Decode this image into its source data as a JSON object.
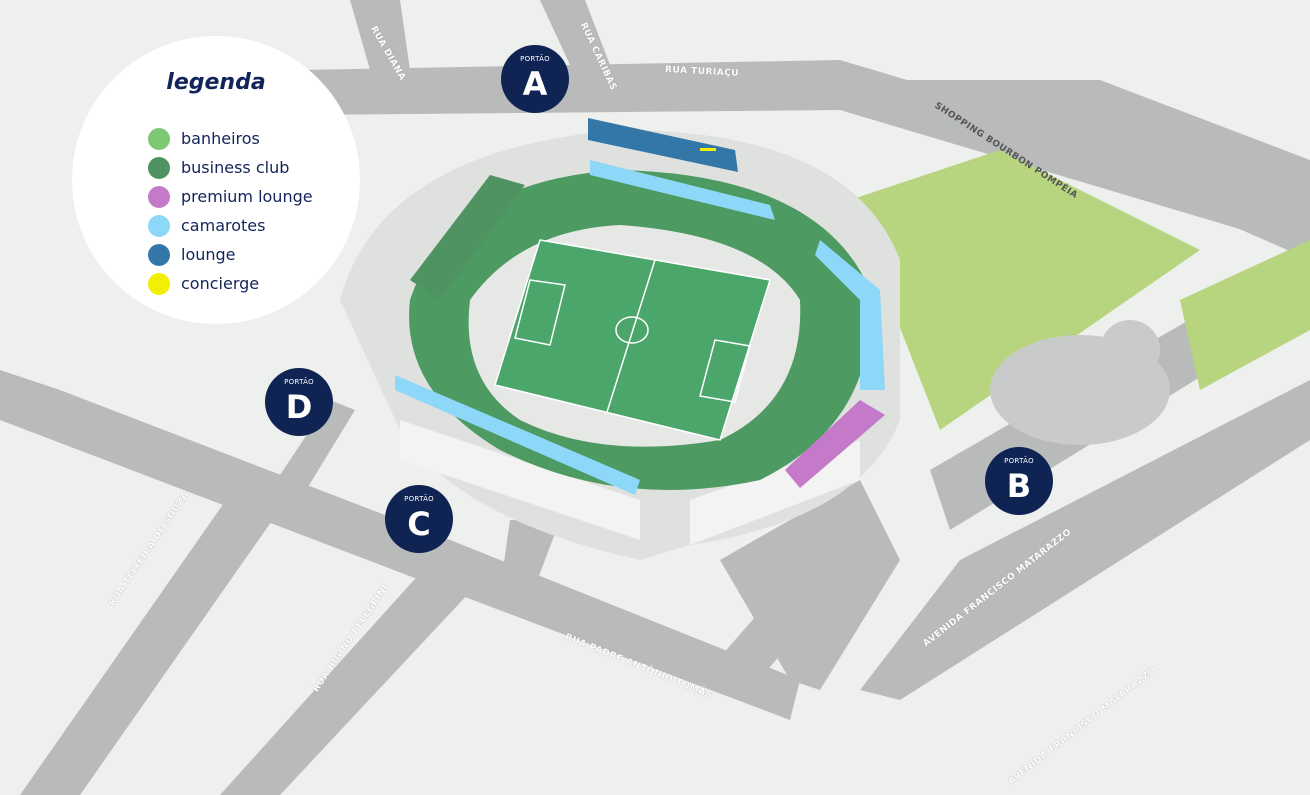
{
  "legend": {
    "title": "legenda",
    "items": [
      {
        "label": "banheiros",
        "color": "#7dc873"
      },
      {
        "label": "business club",
        "color": "#4f9363"
      },
      {
        "label": "premium lounge",
        "color": "#c47ac9"
      },
      {
        "label": "camarotes",
        "color": "#8dd8f8"
      },
      {
        "label": "lounge",
        "color": "#3377a8"
      },
      {
        "label": "concierge",
        "color": "#f0f000"
      }
    ]
  },
  "gates": [
    {
      "label": "PORTÃO",
      "letter": "A"
    },
    {
      "label": "PORTÃO",
      "letter": "B"
    },
    {
      "label": "PORTÃO",
      "letter": "C"
    },
    {
      "label": "PORTÃO",
      "letter": "D"
    }
  ],
  "streets": {
    "diana": "RUA DIANA",
    "caribas": "RUA CARIBAS",
    "turiacu": "RUA TURIAÇU",
    "shopping": "SHOPPING BOURBON POMPÉIA",
    "teixeira": "RUA TEIXEIRA DE SOUZA",
    "higino": "RUA HIGINO PELEGRINI",
    "padre": "RUA PADRE ANTÔNIO TOMÁS",
    "matarazzo1": "AVENIDA FRANCISCO MATARAZZO",
    "matarazzo2": "AVENIDA FRANCISCO MATARAZZO"
  }
}
